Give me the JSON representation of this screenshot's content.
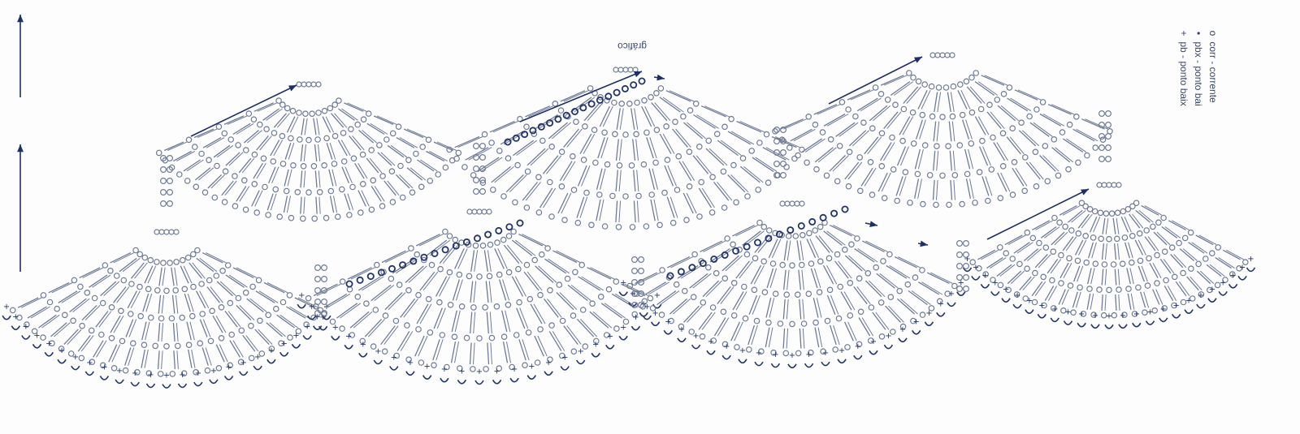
{
  "caption": "gráfico",
  "legend": [
    {
      "symbol": "o",
      "label": "corr - corrente"
    },
    {
      "symbol": "•",
      "label": "pbx - ponto bai"
    },
    {
      "symbol": "+",
      "label": "pb - ponto baix"
    }
  ],
  "colors": {
    "ink": "#6f7b96",
    "ink_dark": "#22346b",
    "arrow": "#1e2e68",
    "paper": "#fdfdfe"
  },
  "icons": [
    "direction-arrow-icon"
  ]
}
